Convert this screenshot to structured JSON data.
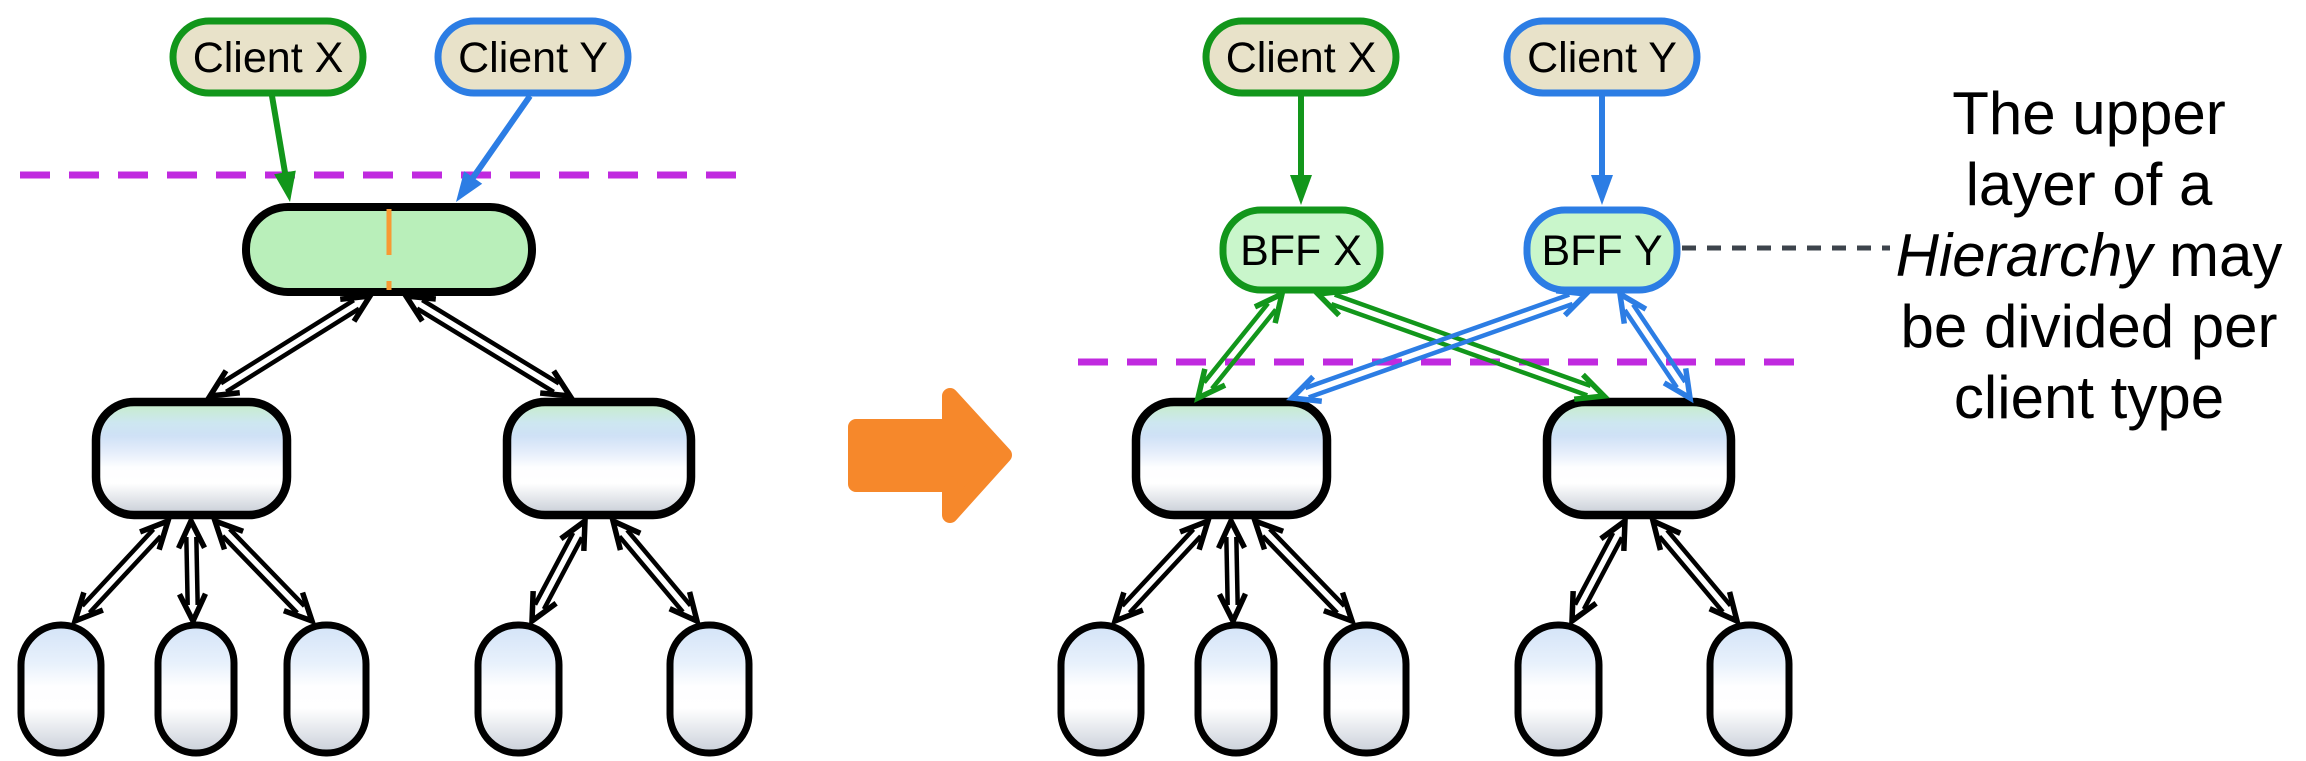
{
  "diagram_left": {
    "client_x_label": "Client X",
    "client_y_label": "Client Y"
  },
  "diagram_right": {
    "client_x_label": "Client X",
    "client_y_label": "Client Y",
    "bff_x_label": "BFF X",
    "bff_y_label": "BFF Y"
  },
  "annotation": {
    "line1": "The upper",
    "line2": "layer of a",
    "line3_italic": "Hierarchy",
    "line3_rest": " may",
    "line4": "be divided per",
    "line5": "client type"
  },
  "colors": {
    "green": "#12961b",
    "blue": "#2c7de4",
    "magenta": "#c02adf",
    "orange": "#f6882b",
    "orange_dash": "#f89a33",
    "tan": "#e8e2c9",
    "light_green": "#b9efba",
    "mint": "#c9f6cb",
    "dash_gray": "#3d444c",
    "connector_black": "#000000"
  }
}
